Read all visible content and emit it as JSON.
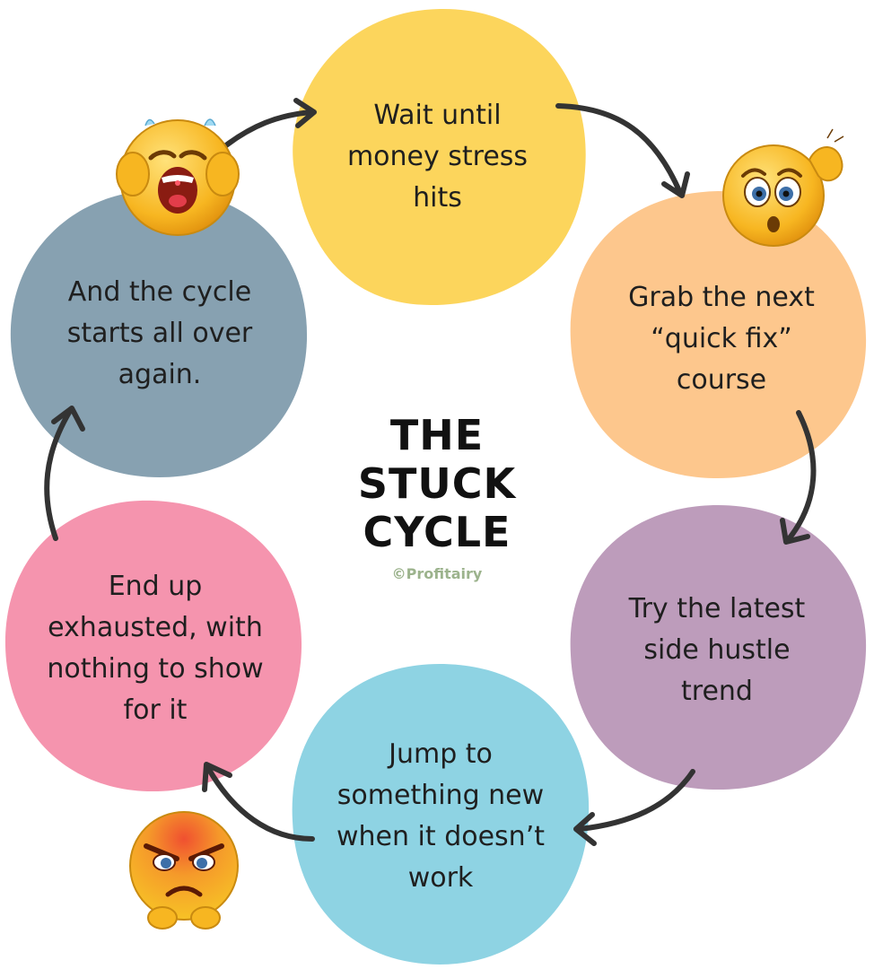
{
  "title": "THE\nSTUCK\nCYCLE",
  "credit": "©Profitairy",
  "steps": [
    {
      "label": "Wait until\nmoney stress\nhits",
      "color": "#fcd55c"
    },
    {
      "label": "Grab the next\n“quick fix”\ncourse",
      "color": "#fdc78d"
    },
    {
      "label": "Try the latest\nside hustle\ntrend",
      "color": "#bd9cbb"
    },
    {
      "label": "Jump to\nsomething new\nwhen it doesn’t\nwork",
      "color": "#8ed3e3"
    },
    {
      "label": "End up\nexhausted, with\nnothing to show\nfor it",
      "color": "#f594ae"
    },
    {
      "label": "And the cycle\nstarts all over\nagain.",
      "color": "#87a1b1"
    }
  ],
  "emojis": {
    "top_left": "crying-face-icon",
    "top_right": "confused-face-icon",
    "bottom_left": "angry-face-icon"
  },
  "colors": {
    "arrow": "#333333",
    "emoji_face": "#f7b621",
    "emoji_outline": "#c98a10",
    "angry_face": "#f07a2a"
  }
}
